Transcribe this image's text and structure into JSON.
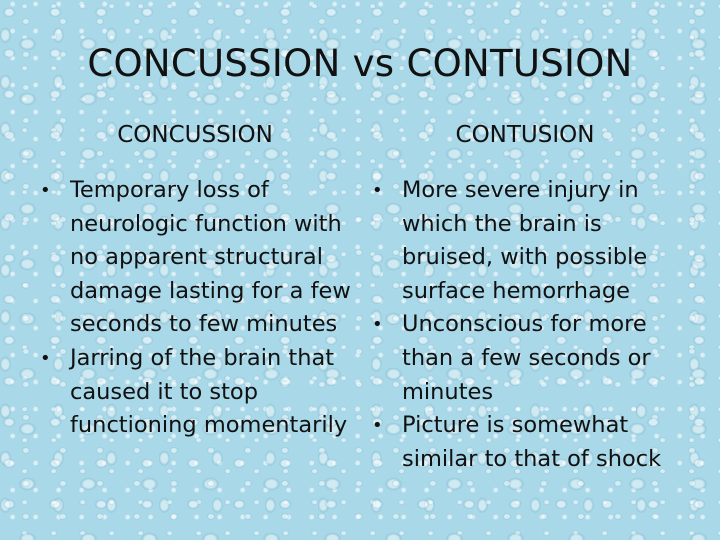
{
  "slide": {
    "title": "CONCUSSION vs CONTUSION",
    "columns": [
      {
        "heading": "CONCUSSION",
        "bullets": [
          "Temporary loss of neurologic function with no apparent structural damage lasting for a few seconds to few minutes",
          "Jarring of the brain that caused it to stop functioning momentarily"
        ]
      },
      {
        "heading": "CONTUSION",
        "bullets": [
          "More severe injury in which the brain is bruised, with possible surface hemorrhage",
          "Unconscious for more than a few seconds or minutes",
          "Picture is somewhat similar to that of shock"
        ]
      }
    ],
    "bullet_glyph": "•",
    "colors": {
      "background": "#a9d8e8",
      "text": "#111111"
    }
  }
}
